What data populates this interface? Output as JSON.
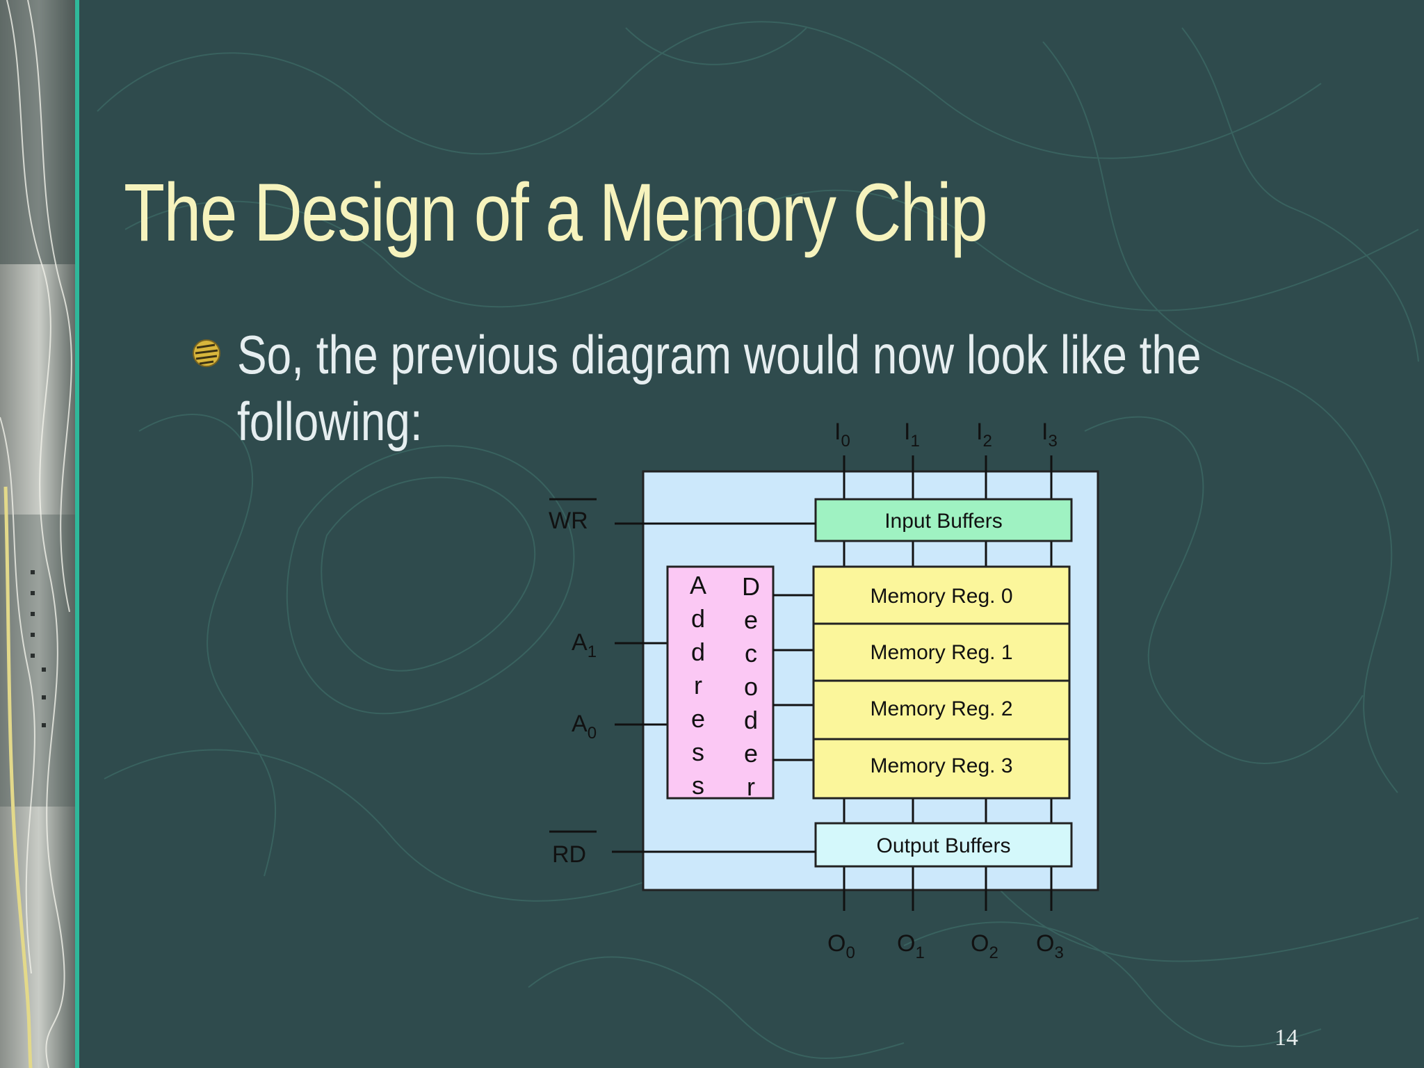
{
  "slide": {
    "title": "The Design of a Memory Chip",
    "bullet": "So, the previous diagram would now look like the following:",
    "page_number": "14"
  },
  "diagram": {
    "inputs": [
      {
        "base": "I",
        "sub": "0"
      },
      {
        "base": "I",
        "sub": "1"
      },
      {
        "base": "I",
        "sub": "2"
      },
      {
        "base": "I",
        "sub": "3"
      }
    ],
    "outputs": [
      {
        "base": "O",
        "sub": "0"
      },
      {
        "base": "O",
        "sub": "1"
      },
      {
        "base": "O",
        "sub": "2"
      },
      {
        "base": "O",
        "sub": "3"
      }
    ],
    "wr_label": "WR",
    "rd_label": "RD",
    "address_lines": [
      {
        "base": "A",
        "sub": "1"
      },
      {
        "base": "A",
        "sub": "0"
      }
    ],
    "input_buffers": "Input Buffers",
    "output_buffers": "Output Buffers",
    "address_word": "Address",
    "decoder_word": "Decoder",
    "registers": [
      "Memory Reg. 0",
      "Memory Reg. 1",
      "Memory Reg. 2",
      "Memory Reg. 3"
    ],
    "colors": {
      "chip": "#cce8fb",
      "input_buffers": "#9ff2c2",
      "output_buffers": "#d4f8fb",
      "decoder": "#fbc8f4",
      "registers": "#fbf69b",
      "slide_bg": "#2f4b4d",
      "title": "#f6f3bd"
    }
  }
}
